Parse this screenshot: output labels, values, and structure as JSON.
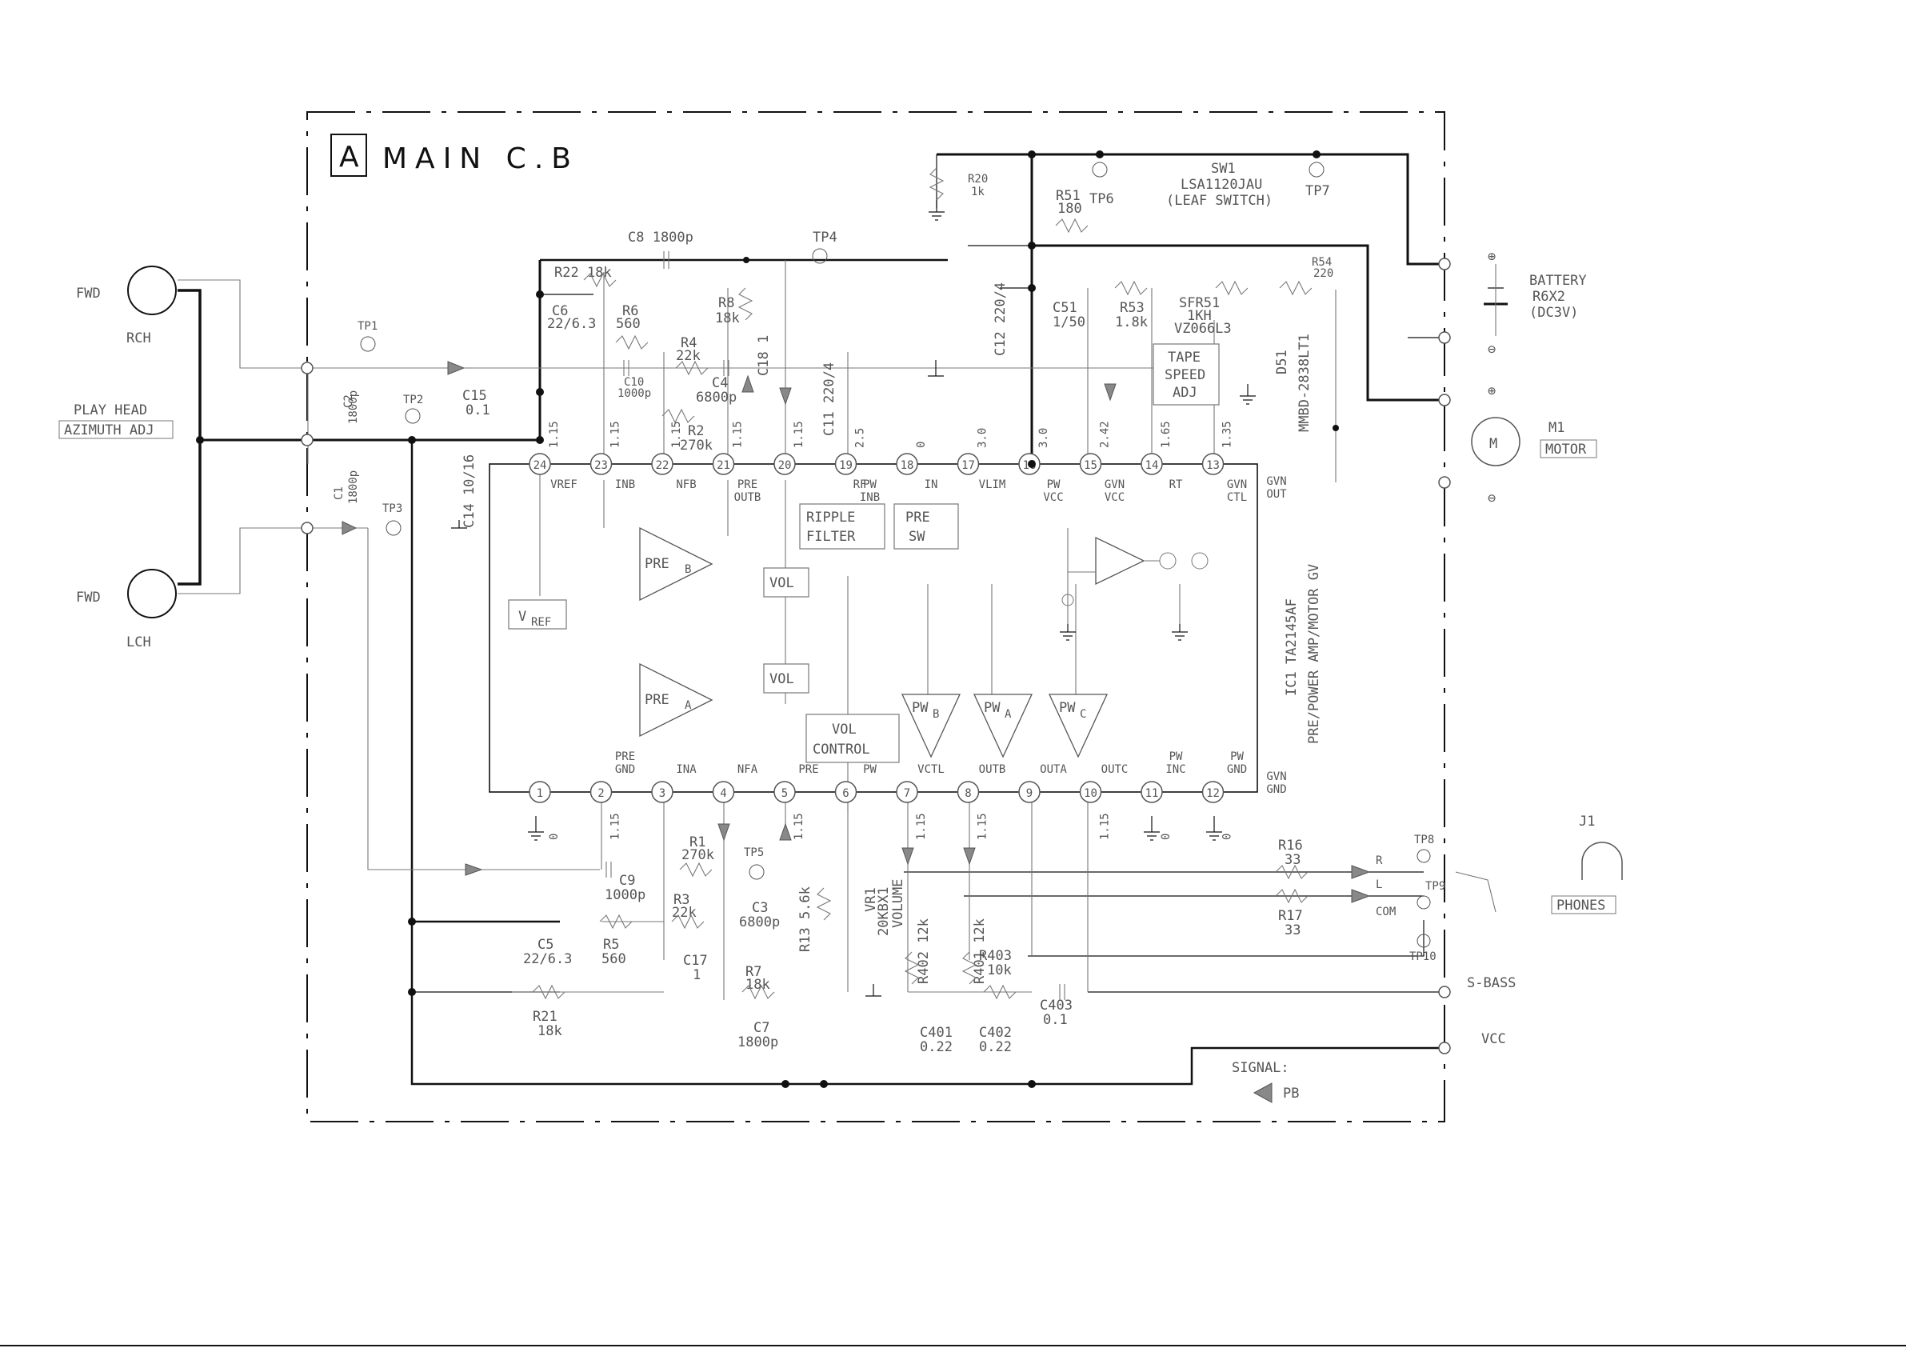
{
  "title": {
    "block": "A",
    "name": "MAIN C.B"
  },
  "ic": {
    "ref": "IC1",
    "part": "TA2145AF",
    "desc": "PRE/POWER AMP/MOTOR GV"
  },
  "pins": [
    {
      "n": "24",
      "label": "VREF",
      "volt": "1.15"
    },
    {
      "n": "23",
      "label": "INB",
      "volt": "1.15"
    },
    {
      "n": "22",
      "label": "NFB",
      "volt": "1.15"
    },
    {
      "n": "21",
      "label": "PRE OUTB",
      "volt": "1.15"
    },
    {
      "n": "20",
      "label": "",
      "volt": "1.15"
    },
    {
      "n": "19",
      "label": "PW INB",
      "volt": "2.5"
    },
    {
      "n": "18",
      "label": "IN",
      "volt": "0"
    },
    {
      "n": "17",
      "label": "VLIM",
      "volt": "3.0"
    },
    {
      "n": "16",
      "label": "PW VCC",
      "volt": "3.0"
    },
    {
      "n": "15",
      "label": "GVN VCC",
      "volt": "2.42"
    },
    {
      "n": "14",
      "label": "RT",
      "volt": "1.65"
    },
    {
      "n": "13",
      "label": "GVN CTL",
      "volt": "1.35"
    },
    {
      "n": "1",
      "label": "",
      "volt": "0"
    },
    {
      "n": "2",
      "label": "PRE GND",
      "volt": "1.15"
    },
    {
      "n": "3",
      "label": "INA",
      "volt": ""
    },
    {
      "n": "4",
      "label": "NFA",
      "volt": ""
    },
    {
      "n": "5",
      "label": "PRE",
      "volt": "1.15"
    },
    {
      "n": "6",
      "label": "PW",
      "volt": ""
    },
    {
      "n": "7",
      "label": "VCTL",
      "volt": "1.15"
    },
    {
      "n": "8",
      "label": "OUTB",
      "volt": "1.15"
    },
    {
      "n": "9",
      "label": "OUTA",
      "volt": ""
    },
    {
      "n": "10",
      "label": "OUTC",
      "volt": "1.15"
    },
    {
      "n": "11",
      "label": "PW INC",
      "volt": "0"
    },
    {
      "n": "12",
      "label": "PW GND",
      "volt": "0"
    }
  ],
  "pin_extra": {
    "gvn_out": "GVN OUT",
    "gvn_gnd": "GVN GND",
    "rf": "RF"
  },
  "blocks": {
    "vref": "V",
    "vref_sub": "REF",
    "pre_b": "PRE",
    "pre_b_sub": "B",
    "pre_a": "PRE",
    "pre_a_sub": "A",
    "vol1": "VOL",
    "vol2": "VOL",
    "vol_control_1": "VOL",
    "vol_control_2": "CONTROL",
    "ripple_1": "RIPPLE",
    "ripple_2": "FILTER",
    "presw_1": "PRE",
    "presw_2": "SW",
    "pw_b": "PW",
    "pw_b_sub": "B",
    "pw_a": "PW",
    "pw_a_sub": "A",
    "pw_c": "PW",
    "pw_c_sub": "C",
    "tape_1": "TAPE",
    "tape_2": "SPEED",
    "tape_3": "ADJ"
  },
  "components": {
    "c8": "C8 1800p",
    "tp4": "TP4",
    "r22": "R22 18k",
    "c6_1": "C6",
    "c6_2": "22/6.3",
    "r6_1": "R6",
    "r6_2": "560",
    "r8_1": "R8",
    "r8_2": "18k",
    "c18": "C18 1",
    "r4_1": "R4",
    "r4_2": "22k",
    "c10_1": "C10",
    "c10_2": "1000p",
    "c4_1": "C4",
    "c4_2": "6800p",
    "r2_1": "R2",
    "r2_2": "270k",
    "c15_1": "C15",
    "c15_2": "0.1",
    "c11": "C11 220/4",
    "c12": "C12 220/4",
    "c51_1": "C51",
    "c51_2": "1/50",
    "r51_1": "R51",
    "r51_2": "180",
    "r20_1": "R20",
    "r20_2": "1k",
    "tp6": "TP6",
    "sw1_1": "SW1",
    "sw1_2": "LSA1120JAU",
    "sw1_3": "(LEAF SWITCH)",
    "tp7": "TP7",
    "r53_1": "R53",
    "r53_2": "1.8k",
    "sfr51_1": "SFR51",
    "sfr51_2": "1KH",
    "sfr51_3": "VZ066L3",
    "r54_1": "R54",
    "r54_2": "220",
    "d51": "D51",
    "d51_2": "MMBD-2838LT1",
    "c2_1": "C2",
    "c2_2": "1800p",
    "c1_1": "C1",
    "c1_2": "1800p",
    "c14": "C14 10/16",
    "tp1": "TP1",
    "tp2": "TP2",
    "tp3": "TP3",
    "c9_1": "C9",
    "c9_2": "1000p",
    "r1_1": "R1",
    "r1_2": "270k",
    "tp5": "TP5",
    "r3_1": "R3",
    "r3_2": "22k",
    "c3_1": "C3",
    "c3_2": "6800p",
    "c5_1": "C5",
    "c5_2": "22/6.3",
    "r5_1": "R5",
    "r5_2": "560",
    "c17_1": "C17",
    "c17_2": "1",
    "r7_1": "R7",
    "r7_2": "18k",
    "c7_1": "C7",
    "c7_2": "1800p",
    "r21_1": "R21",
    "r21_2": "18k",
    "r13": "R13 5.6k",
    "vr1_1": "VR1",
    "vr1_2": "20KBX1",
    "vr1_3": "VOLUME",
    "r402": "R402 12k",
    "r401": "R401 12k",
    "r403_1": "R403",
    "r403_2": "10k",
    "c403_1": "C403",
    "c403_2": "0.1",
    "c401_1": "C401",
    "c401_2": "0.22",
    "c402_1": "C402",
    "c402_2": "0.22",
    "r16_1": "R16",
    "r16_2": "33",
    "r17_1": "R17",
    "r17_2": "33",
    "tp8": "TP8",
    "tp9": "TP9",
    "tp10": "TP10"
  },
  "connectors": {
    "fwd_r": "FWD",
    "rch": "RCH",
    "fwd_l": "FWD",
    "lch": "LCH",
    "play_head_1": "PLAY HEAD",
    "play_head_2": "AZIMUTH ADJ",
    "battery_1": "BATTERY",
    "battery_2": "R6X2",
    "battery_3": "(DC3V)",
    "m1": "M1",
    "motor": "MOTOR",
    "motor_symbol": "M",
    "j1": "J1",
    "phones": "PHONES",
    "jack_r": "R",
    "jack_l": "L",
    "jack_com": "COM",
    "s_bass": "S-BASS",
    "vcc": "VCC",
    "plus": "⊕",
    "minus": "⊖"
  },
  "legend": {
    "signal": "SIGNAL:",
    "pb": "PB"
  }
}
